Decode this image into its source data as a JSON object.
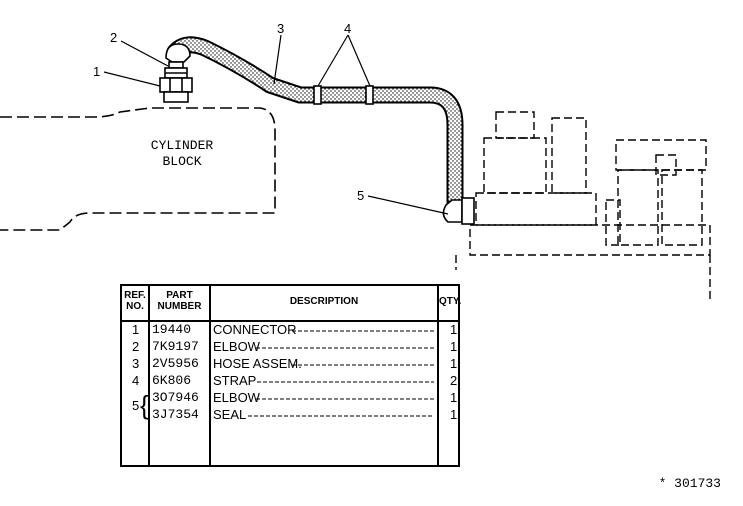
{
  "drawing": {
    "block_label_line1": "CYLINDER",
    "block_label_line2": "BLOCK",
    "callouts": [
      "1",
      "2",
      "3",
      "4",
      "5"
    ]
  },
  "table": {
    "headers": {
      "ref": "REF. NO.",
      "part": "PART NUMBER",
      "description": "DESCRIPTION",
      "qty": "QTY."
    },
    "rows": [
      {
        "ref": "1",
        "part": "19440",
        "description": "CONNECTOR",
        "qty": "1"
      },
      {
        "ref": "2",
        "part": "7K9197",
        "description": "ELBOW",
        "qty": "1"
      },
      {
        "ref": "3",
        "part": "2V5956",
        "description": "HOSE ASSEM.",
        "qty": "1"
      },
      {
        "ref": "4",
        "part": "6K806",
        "description": "STRAP",
        "qty": "2"
      },
      {
        "ref": "5",
        "part": "3O7946",
        "description": "ELBOW",
        "qty": "1"
      },
      {
        "ref": "",
        "part": "3J7354",
        "description": "SEAL",
        "qty": "1"
      }
    ]
  },
  "doc_number": "* 301733"
}
